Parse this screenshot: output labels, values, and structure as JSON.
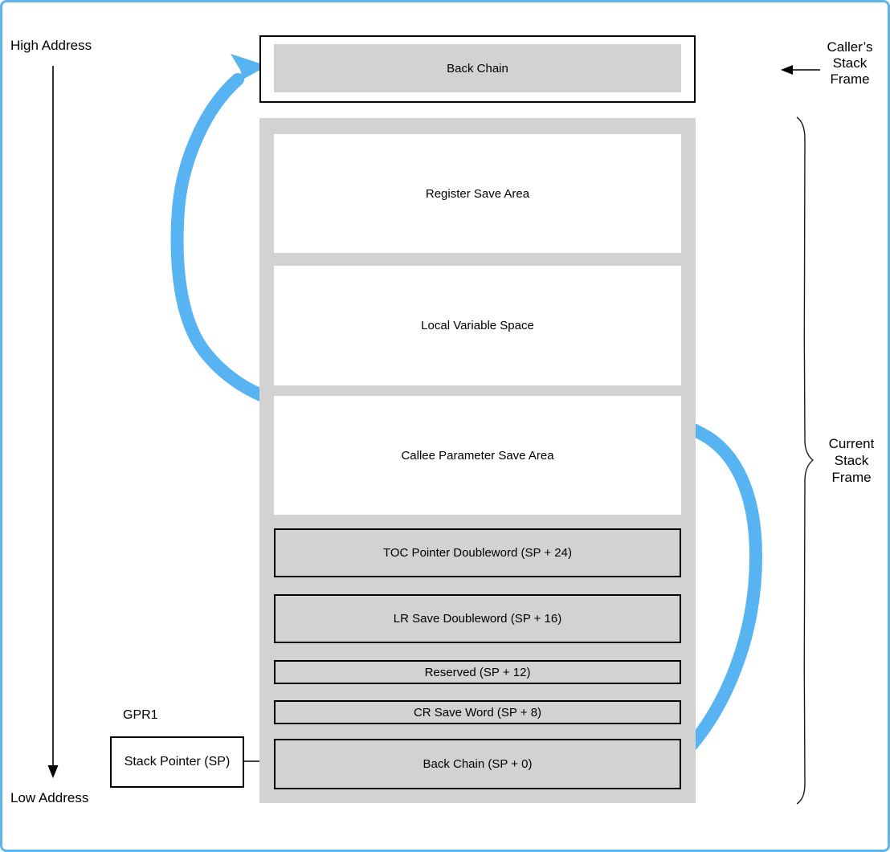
{
  "labels": {
    "high_address": "High Address",
    "low_address": "Low Address",
    "gpr1": "GPR1",
    "callers_stack_frame": "Caller’s\nStack\nFrame",
    "current_stack_frame": "Current\nStack\nFrame"
  },
  "caller_frame": {
    "cell_label": "Back Chain"
  },
  "stack_pointer": {
    "label": "Stack Pointer (SP)"
  },
  "frame_cells": [
    {
      "label": "Register Save Area",
      "fill": "white"
    },
    {
      "label": "Local Variable Space",
      "fill": "white"
    },
    {
      "label": "Callee Parameter Save Area",
      "fill": "white"
    },
    {
      "label": "TOC Pointer Doubleword (SP + 24)",
      "fill": "gray"
    },
    {
      "label": "LR Save Doubleword (SP + 16)",
      "fill": "gray"
    },
    {
      "label": "Reserved (SP + 12)",
      "fill": "gray"
    },
    {
      "label": "CR Save Word (SP + 8)",
      "fill": "gray"
    },
    {
      "label": "Back Chain (SP + 0)",
      "fill": "gray"
    }
  ],
  "colors": {
    "accent_blue": "#57b3f1",
    "page_border_blue": "#5fb4ec",
    "box_gray": "#d2d2d2",
    "line_black": "#000000"
  }
}
